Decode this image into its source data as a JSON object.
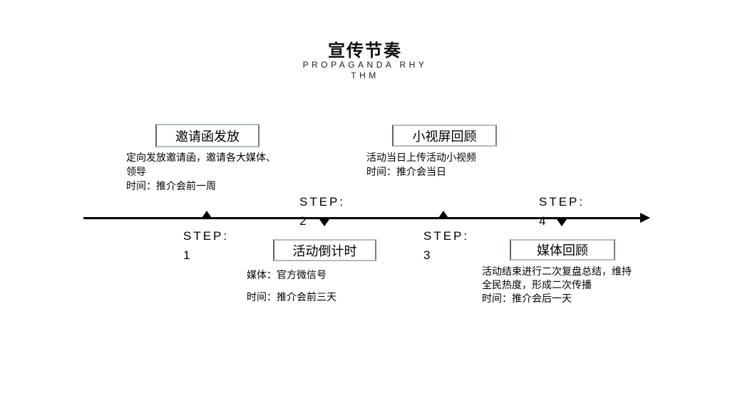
{
  "header": {
    "title": "宣传节奏",
    "subtitle_lines": [
      "PROPAGANDA RHY",
      "THM"
    ]
  },
  "timeline": {
    "steps": [
      {
        "label": "STEP:",
        "number": "1"
      },
      {
        "label": "STEP:",
        "number": "2"
      },
      {
        "label": "STEP:",
        "number": "3"
      },
      {
        "label": "STEP:",
        "number": "4"
      }
    ]
  },
  "milestones": [
    {
      "title": "邀请函发放",
      "desc_lines": [
        "定向发放邀请函，邀请各大媒体、",
        "领导",
        "时间：推介会前一周"
      ]
    },
    {
      "title": "小视屏回顾",
      "desc_lines": [
        "活动当日上传活动小视频",
        "时间：推介会当日"
      ]
    },
    {
      "title": "活动倒计时",
      "desc_lines": [
        "媒体：官方微信号",
        "时间：推介会前三天"
      ]
    },
    {
      "title": "媒体回顾",
      "desc_lines": [
        "活动结束进行二次复盘总结，维持",
        "全民热度，形成二次传播",
        "时间：推介会后一天"
      ]
    }
  ],
  "colors": {
    "background": "#ffffff",
    "text": "#000000",
    "axis": "#000000",
    "box_border_light": "#b3bdb9",
    "box_border_dark": "#5a6662",
    "box_border_green": "#6e847c"
  }
}
